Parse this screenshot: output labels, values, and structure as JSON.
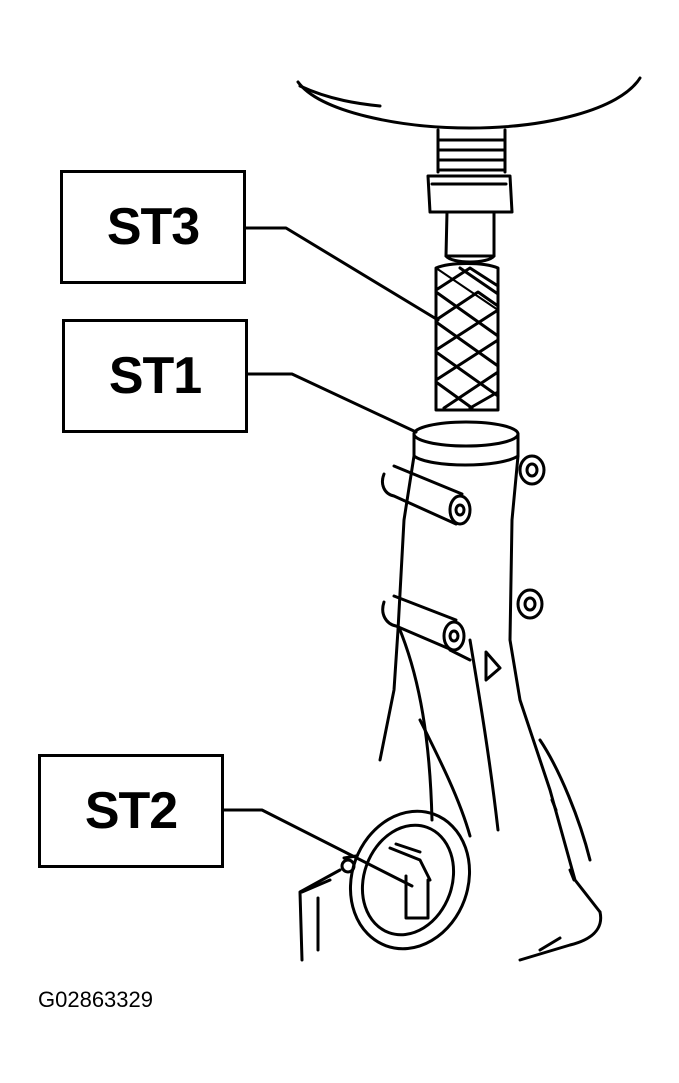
{
  "callouts": {
    "st3": "ST3",
    "st1": "ST1",
    "st2": "ST2"
  },
  "figure_id": "G02863329",
  "colors": {
    "ink": "#000000",
    "paper": "#ffffff"
  }
}
